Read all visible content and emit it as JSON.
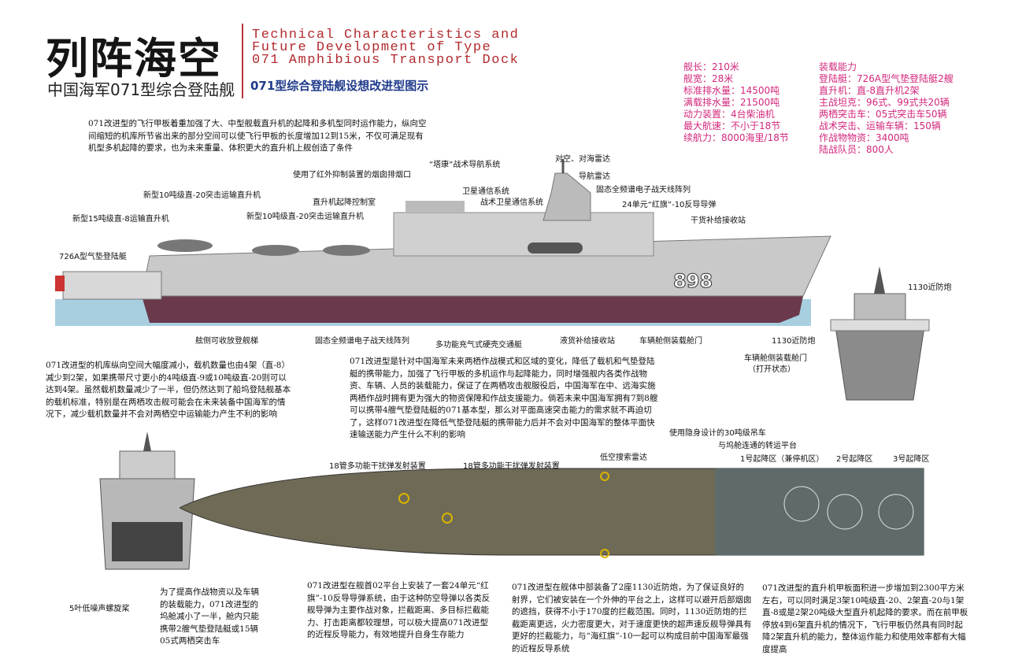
{
  "header": {
    "title": "列阵海空",
    "subtitle": "中国海军071型综合登陆舰",
    "english_title": [
      "Technical Characteristics and",
      "Future Development of Type",
      "071 Amphibious Transport Dock"
    ],
    "chinese_title": "071型综合登陆舰设想改进型图示"
  },
  "specs": {
    "left": [
      "舰长：210米",
      "舰宽：28米",
      "标准排水量：14500吨",
      "满载排水量：21500吨",
      "动力装置：4台柴油机",
      "最大航速：不小于18节",
      "续航力：8000海里/18节"
    ],
    "right": [
      "装载能力",
      "登陆艇：726A型气垫登陆艇2艘",
      "直升机：直-8直升机2架",
      "主战坦克：96式、99式共20辆",
      "两栖突击车：05式突击车50辆",
      "战术突击、运输车辆：150辆",
      "作战物物资：3400吨",
      "陆战队员：800人"
    ]
  },
  "paragraphs": {
    "flight_deck": "071改进型的飞行甲板着重加强了大、中型舰载直升机的起降和多机型同时运作能力，纵向空间缩短的机库所节省出来的部分空间可以使飞行甲板的长度增加12到15米，不仅可满足现有机型多机起降的要求，也为未来重量、体积更大的直升机上舰创造了条件",
    "hangar": "071改进型的机库纵向空间大幅度减小，载机数量也由4架（直-8）减少到2架，如果携带尺寸更小的4吨级直-9或10吨级直-20则可以达到4架。虽然载机数量减少了一半，但仍然达到了船坞登陆舰基本的载机标准，特别是在两栖攻击舰可能会在未来装备中国海军的情况下，减少载机数量并不会对两栖空中运输能力产生不利的影响",
    "concept": "071改进型是针对中国海军未来两栖作战模式和区域的变化，降低了载机和气垫登陆艇的携带能力，加强了飞行甲板的多机运作与起降能力，同时增强舰内各类作战物资、车辆、人员的装载能力，保证了在两栖攻击舰服役后，中国海军在中、远海实施两栖作战时拥有更为强大的物资保障和作战支援能力。倘若未来中国海军拥有7到8艘可以携带4艘气垫登陆艇的071基本型，那么对平面高速突击能力的需求就不再迫切了，这样071改进型在降低气垫登陆艇的携带能力后并不会对中国海军的整体平面快速输送能力产生什么不利的影响",
    "well_deck": "为了提高作战物资以及车辆的装载能力，071改进型的坞舱减小了一半，舱内只能携带2艘气垫登陆艇或15辆05式两栖突击车",
    "hq10": "071改进型在舰首02平台上安装了一套24单元“红旗”-10反导导弹系统，由于这种防空导弹以各类反舰导弹为主要作战对象，拦截距离、多目标拦截能力、打击距离都较理想，可以极大提高071改进型的近程反导能力，有效地提升自身生存能力",
    "ciws": "071改进型在舰体中部装备了2座1130近防炮，为了保证良好的射界，它们被安装在一个外伸的平台之上，这样可以避开后部烟囱的遮挡，获得不小于170度的拦截范围。同时，1130近防炮的拦截距离更远，火力密度更大，对于速度更快的超声速反舰导弹具有更好的拦截能力，与“海红旗”-10一起可以构成目前中国海军最强的近程反导系统",
    "heli_deck": "071改进型的直升机甲板面积进一步增加到2300平方米左右，可以同时满足3架10吨级直-20、2架直-20与1架直-8或是2架20吨级大型直升机起降的要求。而在前甲板停放4到6架直升机的情况下，飞行甲板仍然具有同时起降2架直升机的能力，整体运作能力和使用效率都有大幅度提高"
  },
  "labels": {
    "tacan": "“塔康”战术导航系统",
    "air_sea_radar": "对空、对海雷达",
    "nav_radar": "导航雷达",
    "funnel": "使用了红外抑制装置的烟囱排烟口",
    "satcom": "卫星通信系统",
    "ew_array_top": "固态全频谱电子战天线阵列",
    "z20_a": "新型10吨级直-20突击运输直升机",
    "tac_satcom": "战术卫星通信系统",
    "heli_control": "直升机起降控制室",
    "hq10": "24单元“红旗”-10反导导弹",
    "z20_b": "新型10吨级直-20突击运输直升机",
    "z8": "新型15吨级直-8运输直升机",
    "dry_cargo": "干货补给接收站",
    "lcac": "726A型气垫登陆艇",
    "hull_number": "898",
    "gangway": "舷侧可收放登舰梯",
    "ew_array_bottom": "固态全频谱电子战天线阵列",
    "rhib": "多功能充气式硬壳交通艇",
    "liquid_cargo": "液货补给接收站",
    "vehicle_door": "车辆舱侧装载舱门",
    "ciws_front": "1130近防炮",
    "ciws_side": "1130近防炮",
    "vehicle_door_open": [
      "车辆舱侧装载舱门",
      "（打开状态）"
    ],
    "crane": "使用隐身设计的30吨级吊车",
    "transfer": "与坞舱连通的转运平台",
    "low_radar": "低空搜索雷达",
    "decoy_a": "18管多功能干扰弹发射装置",
    "decoy_b": "18管多功能干扰弹发射装置",
    "spot1": "1号起降区（兼停机区）",
    "spot2": "2号起降区",
    "spot3": "3号起降区",
    "propeller": "5叶低噪声螺旋桨"
  },
  "colors": {
    "spec_pink": "#d2287c",
    "title_red": "#b12a2e",
    "title_blue": "#1e3a8a",
    "hull_grey": "#c9c9c9",
    "hull_red": "#6a3a4c",
    "deck": "#6f6a55"
  }
}
